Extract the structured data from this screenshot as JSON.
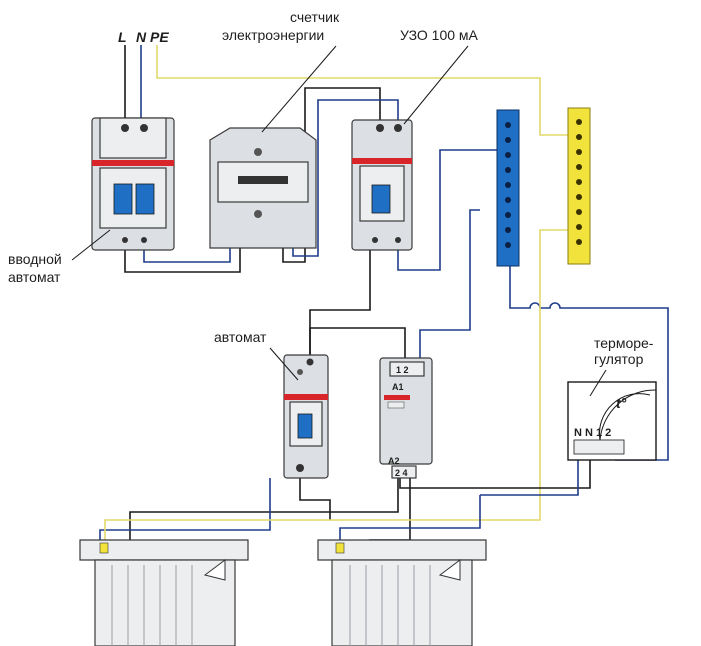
{
  "labels": {
    "L": "L",
    "N_PE": "N PE",
    "meter_line1": "счетчик",
    "meter_line2": "электроэнергии",
    "rcd": "УЗО 100 мА",
    "main_breaker_line1": "вводной",
    "main_breaker_line2": "автомат",
    "breaker": "автомат",
    "thermostat_line1": "терморе-",
    "thermostat_line2": "гулятор",
    "temperature": "t°",
    "thermostat_terminals": "N N 1 2",
    "contactor_top": "1 2",
    "contactor_a1": "A1",
    "contactor_a2": "A2",
    "contactor_bottom": "2 4"
  },
  "colors": {
    "neutral_wire": "#1f3d8a",
    "phase_wire": "#1a1a1a",
    "earth_wire": "#e2d96a",
    "neutral_bus": "#1f6fc4",
    "earth_bus": "#f2e33c",
    "handle": "#1f6fc4",
    "red_band": "#d8252a"
  }
}
